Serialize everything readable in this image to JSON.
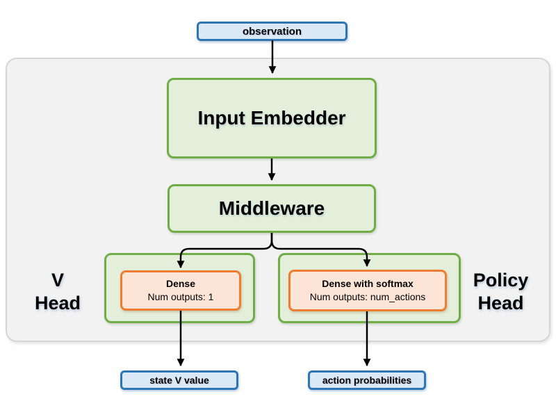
{
  "diagram": {
    "observation": {
      "label": "observation"
    },
    "input_embedder": {
      "label": "Input Embedder"
    },
    "middleware": {
      "label": "Middleware"
    },
    "v_head": {
      "title_line1": "V",
      "title_line2": "Head",
      "layer_title": "Dense",
      "layer_detail": "Num outputs: 1"
    },
    "policy_head": {
      "title_line1": "Policy",
      "title_line2": "Head",
      "layer_title": "Dense with softmax",
      "layer_detail": "Num outputs: num_actions"
    },
    "outputs": {
      "state_v_value": "state V value",
      "action_probabilities": "action probabilities"
    }
  },
  "colors": {
    "blue_fill": "#dbe9f7",
    "blue_border": "#2e75b6",
    "green_fill": "#e3efda",
    "green_border": "#70ad47",
    "orange_fill": "#fce5d6",
    "orange_border": "#ed7d31",
    "gray_fill": "#f2f2f2",
    "gray_border": "#d5d5d5",
    "arrow": "#000000"
  }
}
